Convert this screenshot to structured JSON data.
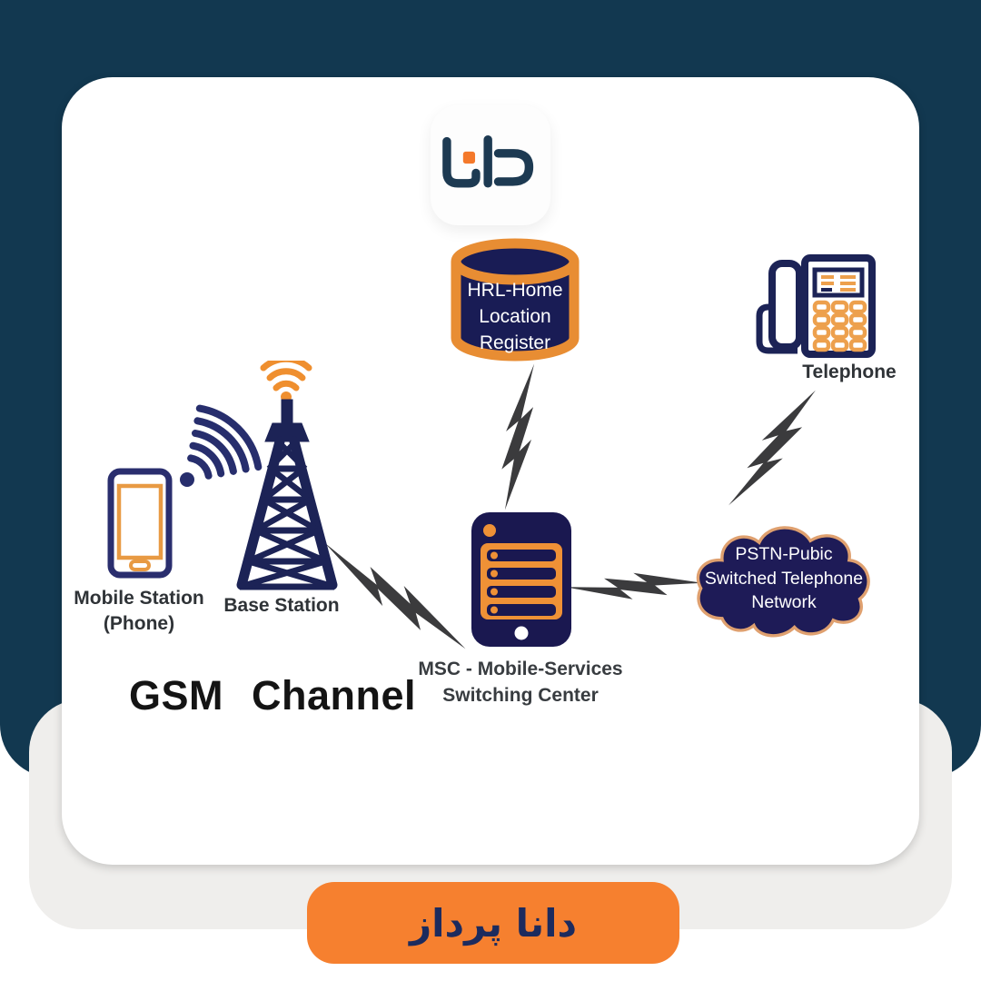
{
  "page": {
    "background": "#ffffff",
    "header_color": "#123850",
    "sheet_color": "#efeeec",
    "card_color": "#ffffff"
  },
  "logo": {
    "icon": "dana-logo-icon",
    "navy": "#1d3a52",
    "accent": "#f4792b"
  },
  "diagram": {
    "title": "GSM Channel",
    "hrl": {
      "icon": "database-cylinder-icon",
      "lines": [
        "HRL-Home",
        "Location",
        "Register"
      ]
    },
    "telephone": {
      "icon": "desk-telephone-icon",
      "label": "Telephone"
    },
    "mobile": {
      "icon": "smartphone-icon",
      "lines": [
        "Mobile Station",
        "(Phone)"
      ]
    },
    "base_station": {
      "icon": "antenna-tower-icon",
      "label": "Base Station"
    },
    "msc": {
      "icon": "server-icon",
      "lines": [
        "MSC - Mobile-Services",
        "Switching Center"
      ]
    },
    "pstn": {
      "icon": "cloud-icon",
      "lines": [
        "PSTN-Pubic",
        "Switched Telephone",
        "Network"
      ]
    },
    "link_icon": "lightning-bolt-icon",
    "colors": {
      "icon_navy": "#232a66",
      "icon_orange": "#ee9136",
      "bolt": "#3b3b3d",
      "label": "#2f3337"
    }
  },
  "footer": {
    "button_label": "دانا پرداز",
    "button_color": "#f6802f",
    "button_text_color": "#1c2b5e"
  }
}
